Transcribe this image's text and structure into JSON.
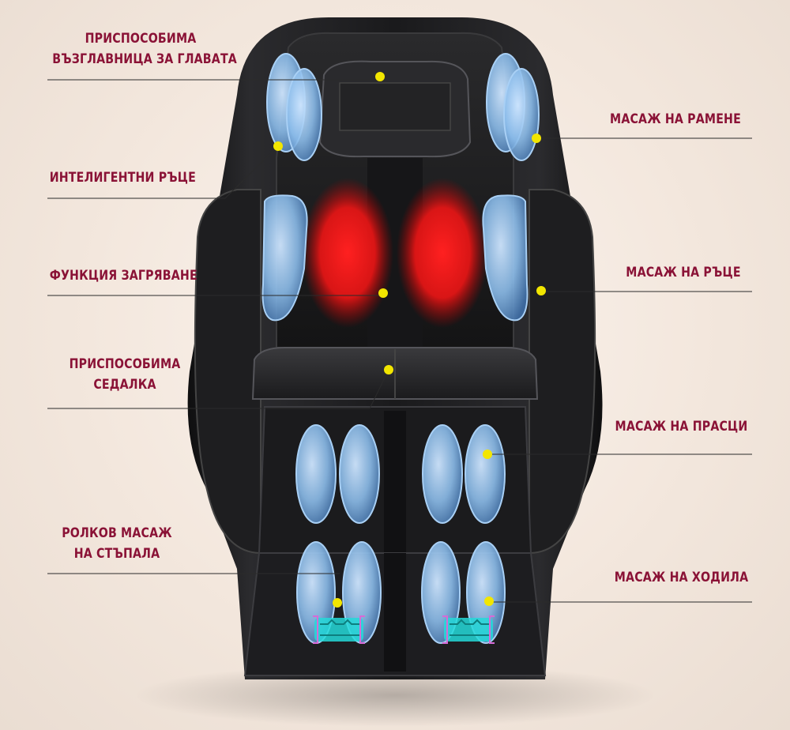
{
  "labels": {
    "headrest": [
      "ПРИСПОСОБИМА",
      "ВЪЗГЛАВНИЦА ЗА ГЛАВАТА"
    ],
    "arms": [
      "ИНТЕЛИГЕНТНИ РЪЦЕ"
    ],
    "heating": [
      "ФУНКЦИЯ ЗАГРЯВАНЕ"
    ],
    "seat": [
      "ПРИСПОСОБИМА",
      "СЕДАЛКА"
    ],
    "roller": [
      "РОЛКОВ МАСАЖ",
      "НА СТЪПАЛА"
    ],
    "shoulders": [
      "МАСАЖ НА РАМЕНЕ"
    ],
    "hands": [
      "МАСАЖ НА РЪЦЕ"
    ],
    "calves": [
      "МАСАЖ НА ПРАСЦИ"
    ],
    "feet": [
      "МАСАЖ НА ХОДИЛА"
    ]
  },
  "colors": {
    "label_text": "#8a1236",
    "callout_dot": "#f2e600",
    "airbag": "#7fb3e6",
    "heat": "#ff1a1a",
    "chair": "#1c1c1e",
    "foot_roller": "#25d9d9"
  }
}
